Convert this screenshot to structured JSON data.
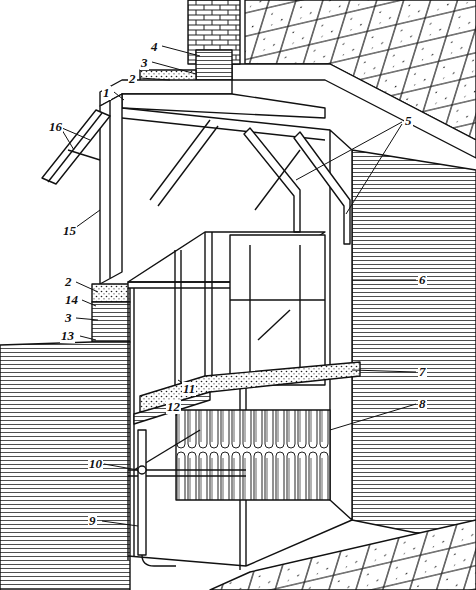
{
  "diagram": {
    "labels": [
      "4",
      "3",
      "2",
      "1",
      "5",
      "16",
      "15",
      "6",
      "2",
      "14",
      "3",
      "13",
      "7",
      "11",
      "8",
      "12",
      "10",
      "9"
    ]
  }
}
